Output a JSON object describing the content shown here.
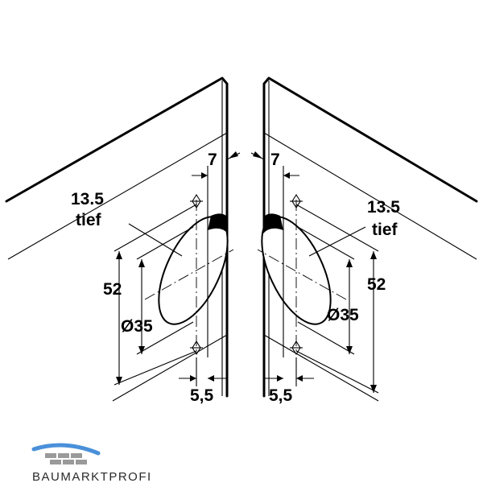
{
  "labels": {
    "depth_value": "13.5",
    "depth_word": "tief",
    "edge_offset": "7",
    "height": "52",
    "diameter": "Ø35",
    "hole_offset": "5,5"
  },
  "logo": {
    "text": "BAUMARKTPROFI",
    "icon": "roof-icon",
    "roof_color": "#4a90d9",
    "brick_color": "#9a9a9a"
  },
  "colors": {
    "line": "#000000",
    "background": "#ffffff"
  }
}
